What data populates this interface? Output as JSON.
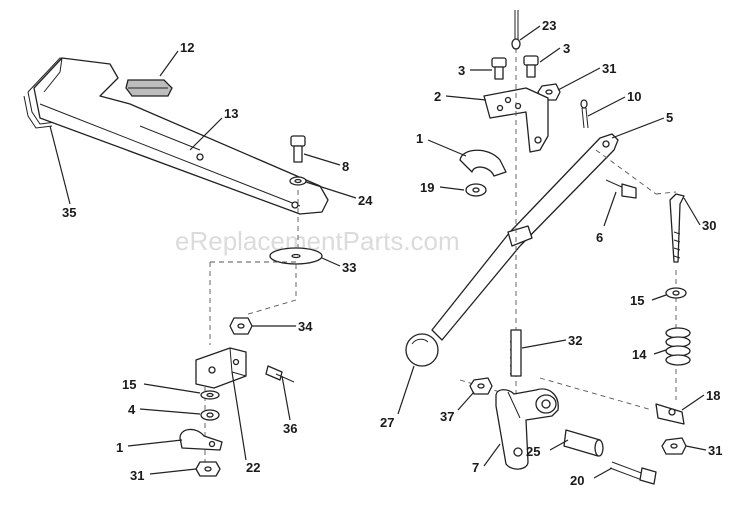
{
  "watermark": "eReplacementParts.com",
  "callouts": [
    {
      "id": "12",
      "label": "12"
    },
    {
      "id": "13",
      "label": "13"
    },
    {
      "id": "35",
      "label": "35"
    },
    {
      "id": "8",
      "label": "8"
    },
    {
      "id": "24",
      "label": "24"
    },
    {
      "id": "33",
      "label": "33"
    },
    {
      "id": "34",
      "label": "34"
    },
    {
      "id": "15a",
      "label": "15"
    },
    {
      "id": "4",
      "label": "4"
    },
    {
      "id": "1a",
      "label": "1"
    },
    {
      "id": "31a",
      "label": "31"
    },
    {
      "id": "22",
      "label": "22"
    },
    {
      "id": "36",
      "label": "36"
    },
    {
      "id": "23",
      "label": "23"
    },
    {
      "id": "3a",
      "label": "3"
    },
    {
      "id": "3b",
      "label": "3"
    },
    {
      "id": "31b",
      "label": "31"
    },
    {
      "id": "2",
      "label": "2"
    },
    {
      "id": "10",
      "label": "10"
    },
    {
      "id": "1b",
      "label": "1"
    },
    {
      "id": "5",
      "label": "5"
    },
    {
      "id": "19",
      "label": "19"
    },
    {
      "id": "6",
      "label": "6"
    },
    {
      "id": "30",
      "label": "30"
    },
    {
      "id": "15b",
      "label": "15"
    },
    {
      "id": "32",
      "label": "32"
    },
    {
      "id": "14",
      "label": "14"
    },
    {
      "id": "27",
      "label": "27"
    },
    {
      "id": "37",
      "label": "37"
    },
    {
      "id": "18",
      "label": "18"
    },
    {
      "id": "7",
      "label": "7"
    },
    {
      "id": "25",
      "label": "25"
    },
    {
      "id": "20",
      "label": "20"
    },
    {
      "id": "31c",
      "label": "31"
    }
  ]
}
